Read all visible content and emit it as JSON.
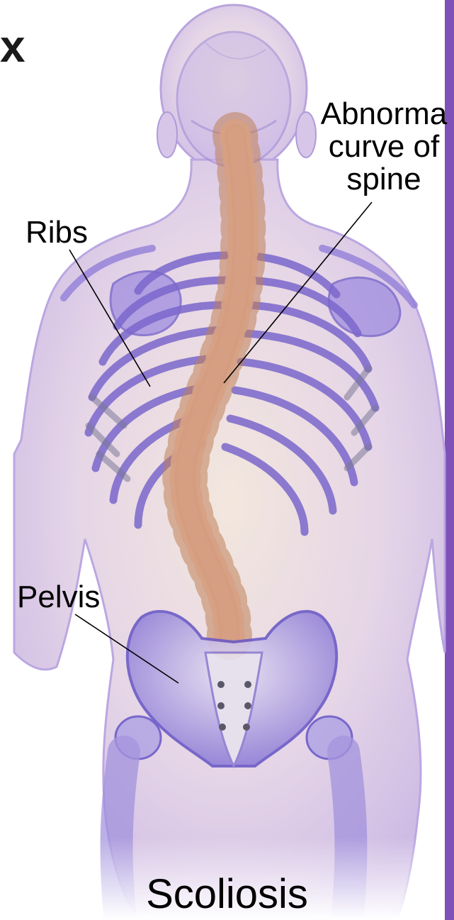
{
  "labels": {
    "abnormal_line1": "Abnorma",
    "abnormal_line2": "curve of",
    "abnormal_line3": "spine",
    "ribs": "Ribs",
    "pelvis": "Pelvis",
    "title": "Scoliosis"
  },
  "colors": {
    "body_tint": "#d8c6e6",
    "bone": "#7e6fd0",
    "spine": "#e3a99b",
    "spine_dark": "#a8642f",
    "right_border": "#8a5fc0"
  }
}
